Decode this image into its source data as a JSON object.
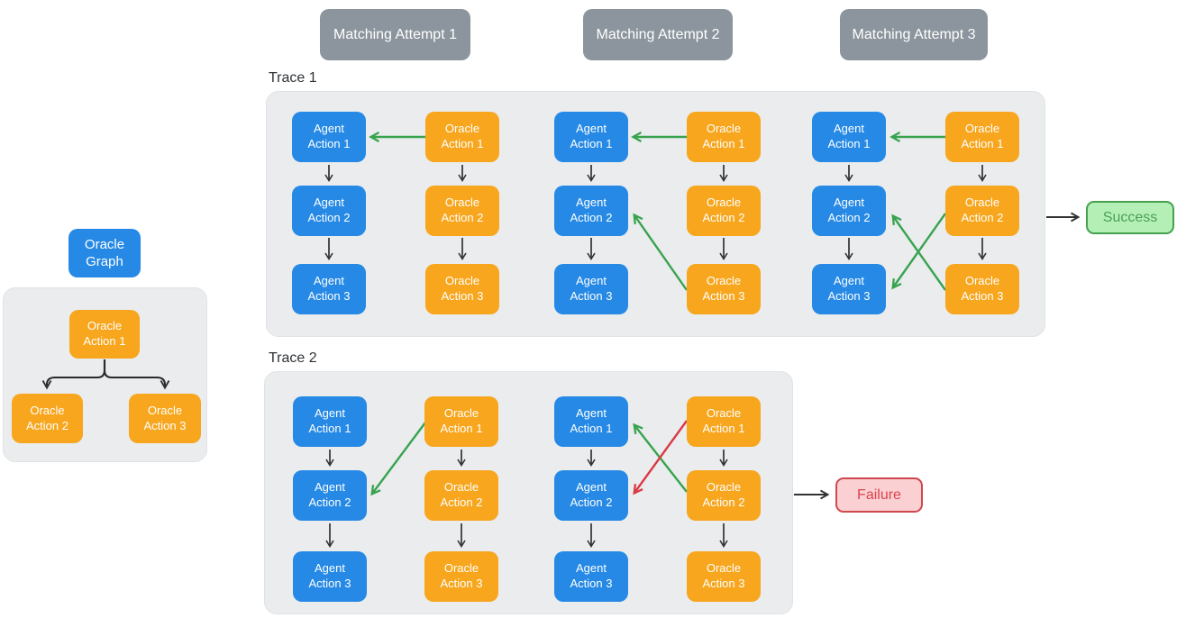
{
  "attempt_headers": [
    "Matching Attempt 1",
    "Matching Attempt 2",
    "Matching Attempt 3"
  ],
  "oracle_graph": {
    "title": "Oracle Graph",
    "nodes": [
      "Oracle Action 1",
      "Oracle Action 2",
      "Oracle Action 3"
    ],
    "edges": [
      "Oracle Action 1 -> Oracle Action 2",
      "Oracle Action 1 -> Oracle Action 3"
    ]
  },
  "trace1": {
    "label": "Trace 1",
    "outcome": "Success",
    "attempts": [
      {
        "agent": [
          "Agent Action 1",
          "Agent Action 2",
          "Agent Action 3"
        ],
        "oracle": [
          "Oracle Action 1",
          "Oracle Action 2",
          "Oracle Action 3"
        ],
        "matches": [
          "Oracle Action 1 -> Agent Action 1 (green)"
        ]
      },
      {
        "agent": [
          "Agent Action 1",
          "Agent Action 2",
          "Agent Action 3"
        ],
        "oracle": [
          "Oracle Action 1",
          "Oracle Action 2",
          "Oracle Action 3"
        ],
        "matches": [
          "Oracle Action 1 -> Agent Action 1 (green)",
          "Oracle Action 3 -> Agent Action 2 (green)"
        ]
      },
      {
        "agent": [
          "Agent Action 1",
          "Agent Action 2",
          "Agent Action 3"
        ],
        "oracle": [
          "Oracle Action 1",
          "Oracle Action 2",
          "Oracle Action 3"
        ],
        "matches": [
          "Oracle Action 1 -> Agent Action 1 (green)",
          "Oracle Action 3 -> Agent Action 2 (green)",
          "Oracle Action 2 -> Agent Action 3 (green)"
        ]
      }
    ]
  },
  "trace2": {
    "label": "Trace 2",
    "outcome": "Failure",
    "attempts": [
      {
        "agent": [
          "Agent Action 1",
          "Agent Action 2",
          "Agent Action 3"
        ],
        "oracle": [
          "Oracle Action 1",
          "Oracle Action 2",
          "Oracle Action 3"
        ],
        "matches": [
          "Oracle Action 1 -> Agent Action 2 (green)"
        ]
      },
      {
        "agent": [
          "Agent Action 1",
          "Agent Action 2",
          "Agent Action 3"
        ],
        "oracle": [
          "Oracle Action 1",
          "Oracle Action 2",
          "Oracle Action 3"
        ],
        "matches": [
          "Oracle Action 2 -> Agent Action 1 (green)",
          "Oracle Action 1 -> Agent Action 2 (red)"
        ]
      }
    ]
  },
  "colors": {
    "agent_node": "#2589e5",
    "oracle_node": "#f7a61d",
    "attempt_header": "#8c959d",
    "panel_background": "#eaecee",
    "match_arrow_green": "#38a34e",
    "mismatch_arrow_red": "#d93a45",
    "sequence_arrow_black": "#333333",
    "success_bg": "#b4f0b6",
    "success_border": "#45a14d",
    "failure_bg": "#fbd0d3",
    "failure_border": "#cf4850"
  }
}
